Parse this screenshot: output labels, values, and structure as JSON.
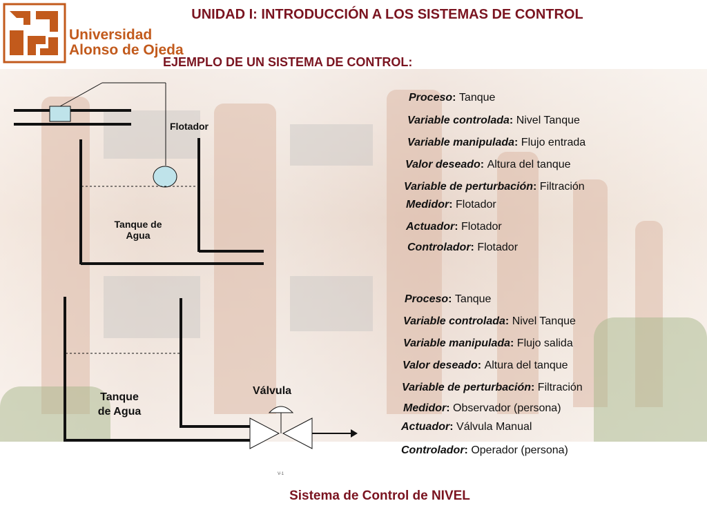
{
  "logo": {
    "line1": "Universidad",
    "line2": "Alonso de Ojeda"
  },
  "title": "UNIDAD I: INTRODUCCIÓN A LOS SISTEMAS DE CONTROL",
  "subtitle": "EJEMPLO DE UN SISTEMA DE CONTROL:",
  "diagram1": {
    "float_label": "Flotador",
    "tank_label_line1": "Tanque de",
    "tank_label_line2": "Agua"
  },
  "diagram2": {
    "tank_label_line1": "Tanque",
    "tank_label_line2": "de Agua",
    "valve_label": "Válvula",
    "valve_tag": "V-1"
  },
  "specs1": [
    {
      "key": "Proceso",
      "value": "Tanque"
    },
    {
      "key": "Variable controlada",
      "value": "Nivel Tanque"
    },
    {
      "key": "Variable manipulada",
      "value": "Flujo entrada"
    },
    {
      "key": "Valor deseado",
      "value": "Altura del tanque"
    },
    {
      "key": "Variable de perturbación",
      "value": "Filtración"
    },
    {
      "key": "Medidor",
      "value": "Flotador"
    },
    {
      "key": "Actuador",
      "value": "Flotador"
    },
    {
      "key": "Controlador",
      "value": "Flotador"
    }
  ],
  "specs2": [
    {
      "key": "Proceso",
      "value": "Tanque"
    },
    {
      "key": "Variable controlada",
      "value": "Nivel Tanque"
    },
    {
      "key": "Variable manipulada",
      "value": "Flujo salida"
    },
    {
      "key": "Valor deseado",
      "value": "Altura del tanque"
    },
    {
      "key": "Variable de perturbación",
      "value": "Filtración"
    },
    {
      "key": "Medidor",
      "value": "Observador (persona)"
    },
    {
      "key": "Actuador",
      "value": "Válvula Manual"
    },
    {
      "key": "Controlador",
      "value": "Operador (persona)"
    }
  ],
  "caption": "Sistema de Control de NIVEL",
  "colors": {
    "title": "#7a1420",
    "logo": "#c25a1c",
    "float": "#bfe3ea"
  }
}
